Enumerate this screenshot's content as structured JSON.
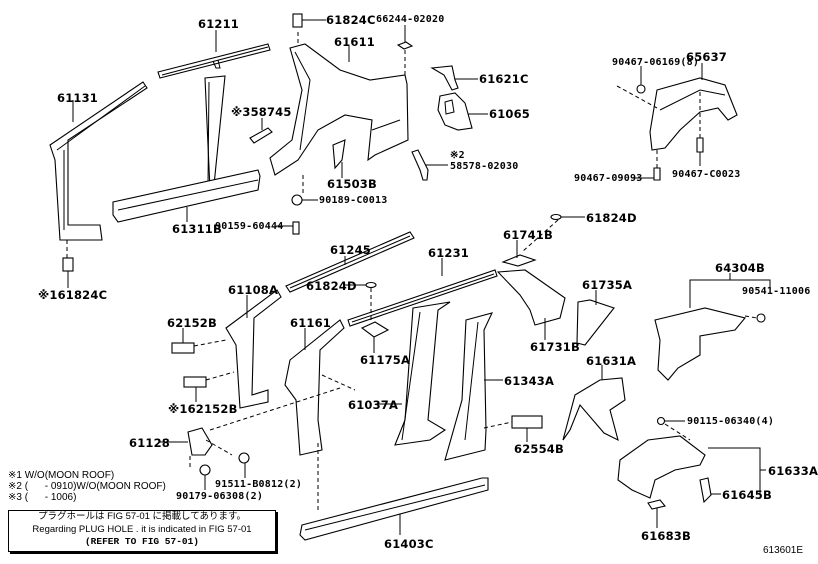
{
  "diagram": {
    "figure_id": "613601E",
    "parts": [
      {
        "id": "p61211",
        "label": "61211"
      },
      {
        "id": "p61131",
        "label": "61131"
      },
      {
        "id": "p61824C_top",
        "label": "61824C"
      },
      {
        "id": "p66244",
        "label": "66244-02020"
      },
      {
        "id": "p61611",
        "label": "61611"
      },
      {
        "id": "p61621C",
        "label": "61621C"
      },
      {
        "id": "p61065",
        "label": "61065"
      },
      {
        "id": "p58745",
        "label": "※358745"
      },
      {
        "id": "p61503B",
        "label": "61503B"
      },
      {
        "id": "p58578_note",
        "label": "※2"
      },
      {
        "id": "p58578",
        "label": "58578-02030"
      },
      {
        "id": "p90189",
        "label": "90189-C0013"
      },
      {
        "id": "p61311B",
        "label": "61311B"
      },
      {
        "id": "p90159",
        "label": "90159-60444"
      },
      {
        "id": "p61824C_left",
        "label": "※161824C"
      },
      {
        "id": "p65637",
        "label": "65637"
      },
      {
        "id": "p90467_06169",
        "label": "90467-06169(8)"
      },
      {
        "id": "p90467_09093",
        "label": "90467-09093"
      },
      {
        "id": "p90467_C0023",
        "label": "90467-C0023"
      },
      {
        "id": "p61245",
        "label": "61245"
      },
      {
        "id": "p61824D_mid",
        "label": "61824D"
      },
      {
        "id": "p61824D_right",
        "label": "61824D"
      },
      {
        "id": "p61741B",
        "label": "61741B"
      },
      {
        "id": "p61231",
        "label": "61231"
      },
      {
        "id": "p61735A",
        "label": "61735A"
      },
      {
        "id": "p61731B",
        "label": "61731B"
      },
      {
        "id": "p64304B",
        "label": "64304B"
      },
      {
        "id": "p90541",
        "label": "90541-11006"
      },
      {
        "id": "p61108A",
        "label": "61108A"
      },
      {
        "id": "p62152B",
        "label": "62152B"
      },
      {
        "id": "p62152B_note",
        "label": "※162152B"
      },
      {
        "id": "p61161",
        "label": "61161"
      },
      {
        "id": "p61175A",
        "label": "61175A"
      },
      {
        "id": "p61343A",
        "label": "61343A"
      },
      {
        "id": "p61037A",
        "label": "61037A"
      },
      {
        "id": "p61631A",
        "label": "61631A"
      },
      {
        "id": "p62554B",
        "label": "62554B"
      },
      {
        "id": "p90115",
        "label": "90115-06340(4)"
      },
      {
        "id": "p61633A",
        "label": "61633A"
      },
      {
        "id": "p61645B",
        "label": "61645B"
      },
      {
        "id": "p61683B",
        "label": "61683B"
      },
      {
        "id": "p61128",
        "label": "61128"
      },
      {
        "id": "p91511",
        "label": "91511-B0812(2)"
      },
      {
        "id": "p90179",
        "label": "90179-06308(2)"
      },
      {
        "id": "p61403C",
        "label": "61403C"
      }
    ],
    "notes": [
      "※1 W/O(MOON ROOF)",
      "※2 (      - 0910)W/O(MOON ROOF)",
      "※3 (      - 1006)"
    ],
    "infobox": {
      "japanese": "プラグホールは FIG 57-01 に掲載してあります。",
      "english": "Regarding PLUG HOLE . it is indicated in FIG 57-01",
      "reference": "(REFER TO FIG 57-01)"
    }
  }
}
